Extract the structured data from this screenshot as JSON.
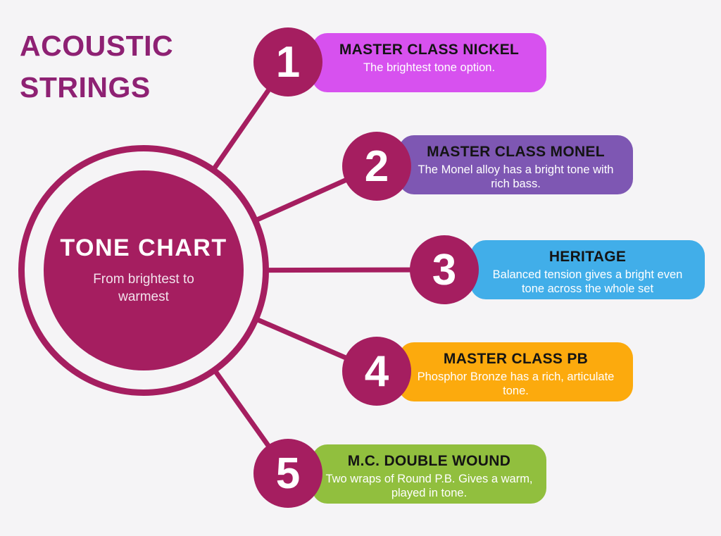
{
  "title": {
    "line1": "ACOUSTIC",
    "line2": "STRINGS"
  },
  "hub": {
    "title": "TONE CHART",
    "subtitle": "From brightest to warmest"
  },
  "items": [
    {
      "number": "1",
      "title": "MASTER CLASS NICKEL",
      "description": "The brightest tone option.",
      "color": "#d751ef"
    },
    {
      "number": "2",
      "title": "MASTER CLASS MONEL",
      "description": "The Monel alloy has a bright tone with rich bass.",
      "color": "#7e57b3"
    },
    {
      "number": "3",
      "title": "HERITAGE",
      "description": "Balanced tension gives a bright even tone across the whole set",
      "color": "#41aee9"
    },
    {
      "number": "4",
      "title": "MASTER CLASS PB",
      "description": "Phosphor Bronze has a rich, articulate tone.",
      "color": "#fcaa0d"
    },
    {
      "number": "5",
      "title": "M.C. DOUBLE WOUND",
      "description": "Two wraps of Round P.B. Gives a warm, played in tone.",
      "color": "#91bf3e"
    }
  ],
  "colors": {
    "background": "#f5f4f6",
    "accent": "#a51e60",
    "title_text": "#8e2173",
    "box_title_text": "#141414",
    "box_description_text": "#ffffff"
  }
}
